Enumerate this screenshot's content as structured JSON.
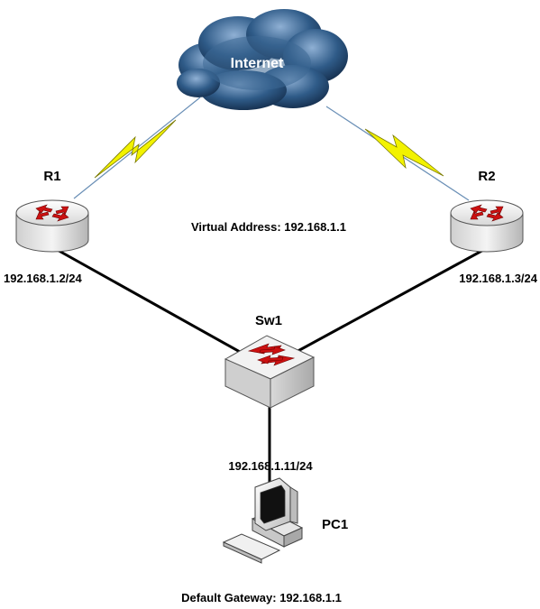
{
  "cloud": {
    "label": "Internet",
    "icon": "cloud-icon"
  },
  "routers": [
    {
      "name": "R1",
      "ip": "192.168.1.2/24",
      "icon": "router-icon"
    },
    {
      "name": "R2",
      "ip": "192.168.1.3/24",
      "icon": "router-icon"
    }
  ],
  "switch": {
    "name": "Sw1",
    "icon": "switch-icon"
  },
  "pc": {
    "name": "PC1",
    "ip": "192.168.1.11/24",
    "icon": "pc-icon"
  },
  "virtual_address": "Virtual Address: 192.168.1.1",
  "default_gateway": "Default Gateway: 192.168.1.1",
  "colors": {
    "lightning": "#f2f200",
    "arrow_red": "#cc1111",
    "cloud_dark": "#1f3f66",
    "cloud_light": "#6f93b8",
    "link_black": "#000000",
    "wan_line": "#6a8fb6"
  }
}
